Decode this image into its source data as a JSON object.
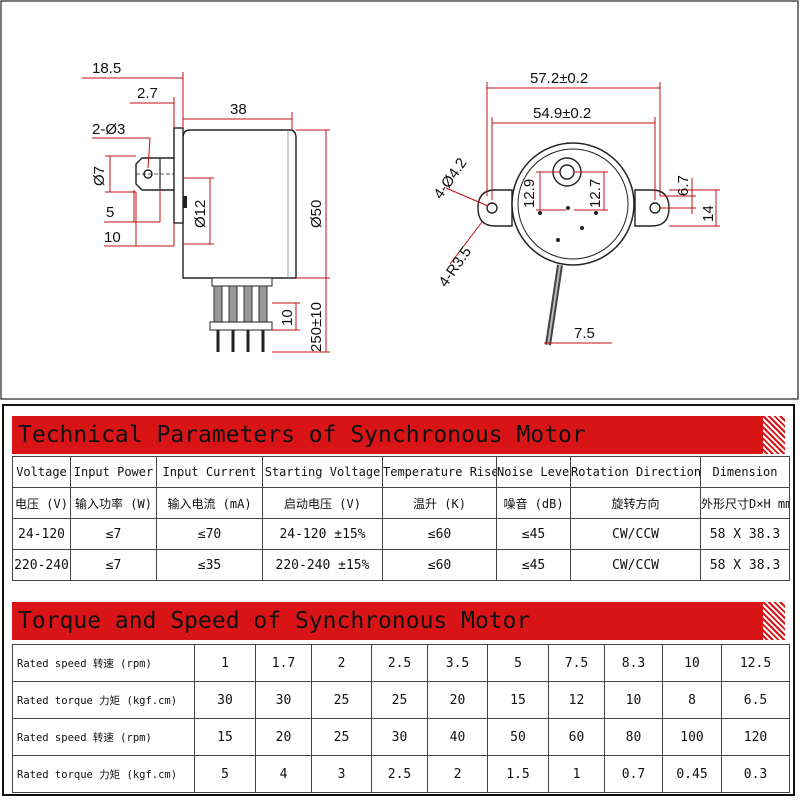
{
  "drawing": {
    "side_view": {
      "dims": {
        "d185": "18.5",
        "d27": "2.7",
        "d38": "38",
        "hole": "2-Ø3",
        "d7": "Ø7",
        "d5": "5",
        "d10": "10",
        "d12": "Ø12",
        "d50": "Ø50",
        "d10b": "10",
        "lead": "250±10"
      }
    },
    "front_view": {
      "dims": {
        "w572": "57.2±0.2",
        "w549": "54.9±0.2",
        "holes": "4-Ø4.2",
        "radius": "4-R3.5",
        "d129": "12.9",
        "d127": "12.7",
        "d67": "6.7",
        "d14": "14",
        "d75": "7.5"
      }
    }
  },
  "spec_table": {
    "title": "Technical Parameters of Synchronous Motor",
    "headers_en": [
      "Voltage",
      "Input Power",
      "Input Current",
      "Starting Voltage",
      "Temperature Rise",
      "Noise Level",
      "Rotation Direction",
      "Dimension"
    ],
    "headers_cn": [
      "电压 (V)",
      "输入功率 (W)",
      "输入电流 (mA)",
      "启动电压 (V)",
      "温升 (K)",
      "噪音 (dB)",
      "旋转方向",
      "外形尺寸D×H mm"
    ],
    "rows": [
      [
        "24-120",
        "≤7",
        "≤70",
        "24-120 ±15%",
        "≤60",
        "≤45",
        "CW/CCW",
        "58 X 38.3"
      ],
      [
        "220-240",
        "≤7",
        "≤35",
        "220-240 ±15%",
        "≤60",
        "≤45",
        "CW/CCW",
        "58 X 38.3"
      ]
    ]
  },
  "speed_table": {
    "title": "Torque and Speed of Synchronous Motor",
    "rows": [
      {
        "label": "Rated speed 转速 (rpm)",
        "values": [
          "1",
          "1.7",
          "2",
          "2.5",
          "3.5",
          "5",
          "7.5",
          "8.3",
          "10",
          "12.5"
        ]
      },
      {
        "label": "Rated torque 力矩 (kgf.cm)",
        "values": [
          "30",
          "30",
          "25",
          "25",
          "20",
          "15",
          "12",
          "10",
          "8",
          "6.5"
        ]
      },
      {
        "label": "Rated speed 转速 (rpm)",
        "values": [
          "15",
          "20",
          "25",
          "30",
          "40",
          "50",
          "60",
          "80",
          "100",
          "120"
        ]
      },
      {
        "label": "Rated torque 力矩 (kgf.cm)",
        "values": [
          "5",
          "4",
          "3",
          "2.5",
          "2",
          "1.5",
          "1",
          "0.7",
          "0.45",
          "0.3"
        ]
      }
    ]
  },
  "colors": {
    "accent": "#d81417",
    "dimension_line": "#c01010"
  }
}
